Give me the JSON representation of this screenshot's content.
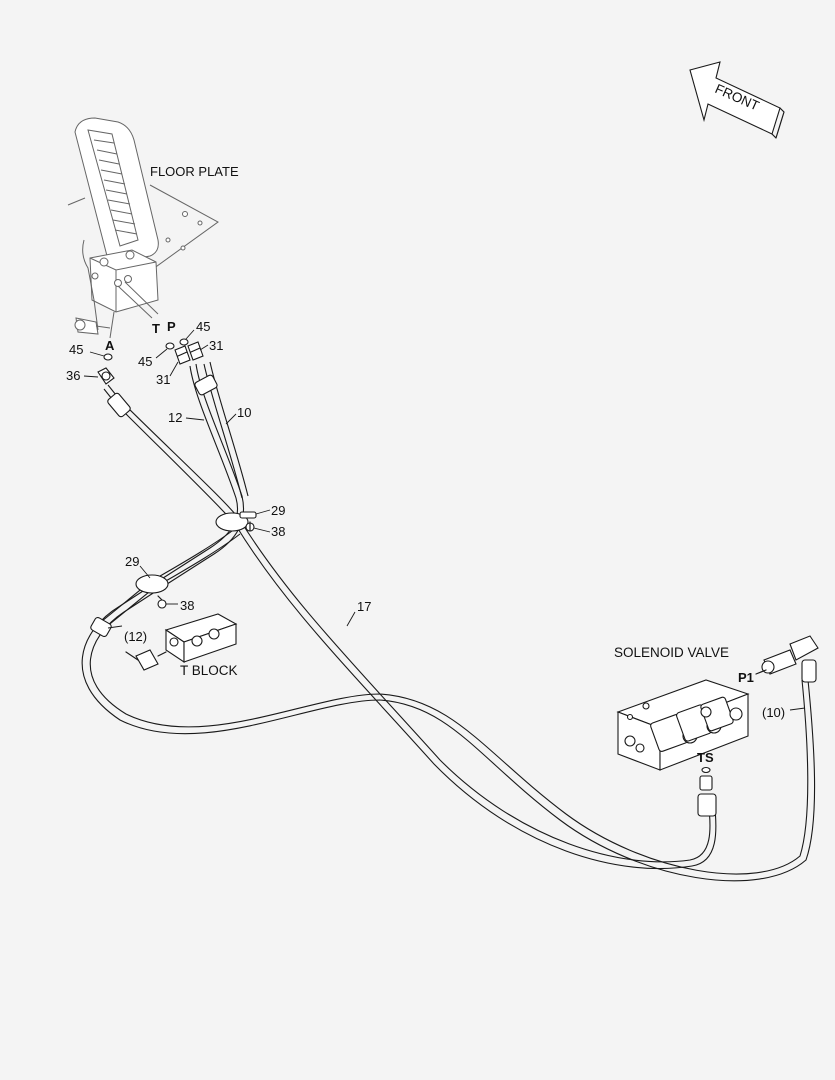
{
  "labels": {
    "floor_plate": "FLOOR PLATE",
    "front": "FRONT",
    "t_block": "T BLOCK",
    "solenoid_valve": "SOLENOID VALVE",
    "port_a": "A",
    "port_t": "T",
    "port_p": "P",
    "port_ts": "TS",
    "port_p1": "P1"
  },
  "callouts": {
    "c45_left": "45",
    "c36": "36",
    "c45_t": "45",
    "c45_p": "45",
    "c31_left": "31",
    "c31_right": "31",
    "c12": "12",
    "c10": "10",
    "c29_upper": "29",
    "c38_upper": "38",
    "c29_lower": "29",
    "c38_lower": "38",
    "c12_paren": "(12)",
    "c17": "17",
    "c10_paren": "(10)"
  },
  "colors": {
    "background": "#f4f4f4",
    "line": "#1a1a1a",
    "ghost": "#666666"
  }
}
